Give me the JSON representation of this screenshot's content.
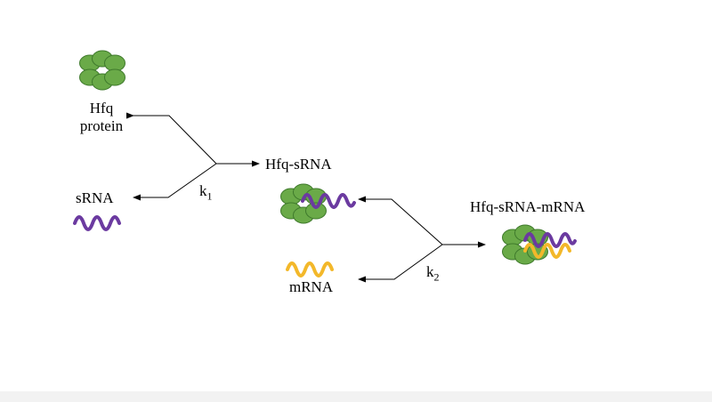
{
  "labels": {
    "hfq_line1": "Hfq",
    "hfq_line2": "protein",
    "srna": "sRNA",
    "hfq_srna": "Hfq-sRNA",
    "mrna": "mRNA",
    "complex": "Hfq-sRNA-mRNA",
    "k1_base": "k",
    "k1_sub": "1",
    "k2_base": "k",
    "k2_sub": "2"
  },
  "colors": {
    "protein_fill": "#6aaa48",
    "protein_stroke": "#3f7a2c",
    "srna": "#6b3aa0",
    "mrna": "#f3b82a",
    "arrow": "#000000"
  }
}
